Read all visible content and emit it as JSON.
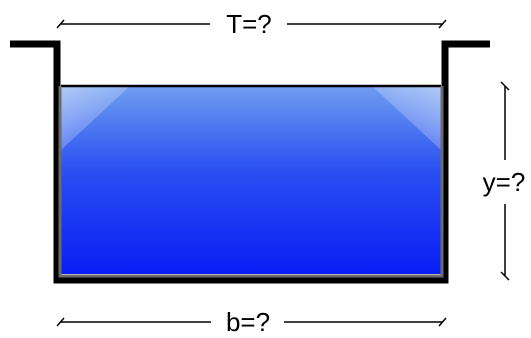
{
  "labels": {
    "top_width": "T=?",
    "depth": "y=?",
    "bottom_width": "b=?"
  },
  "colors": {
    "channel_wall": "#000000",
    "wall_inner": "#6b6b6b",
    "water_top": "#6f9ef0",
    "water_mid": "#2a4ff2",
    "water_bottom": "#0a1df5",
    "dimension_line": "#000000"
  }
}
